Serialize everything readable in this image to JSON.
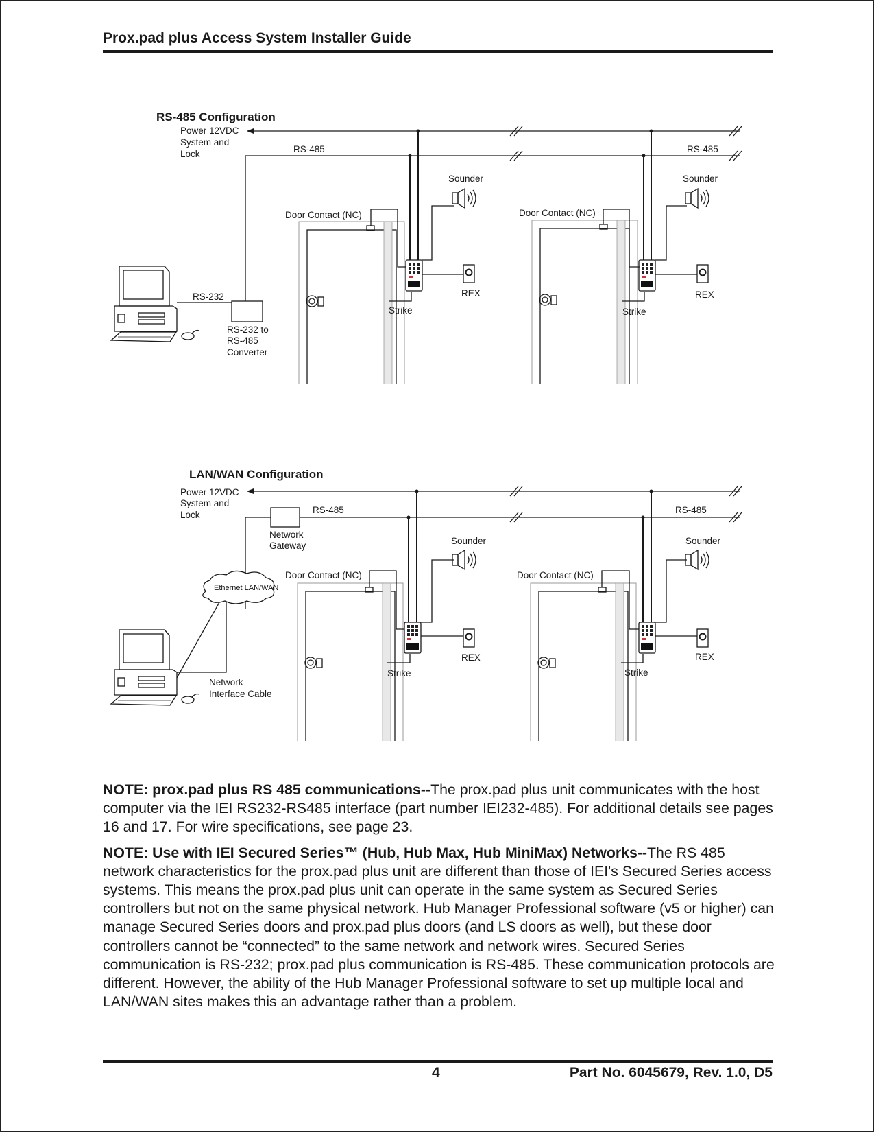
{
  "header": {
    "title": "Prox.pad plus Access System Installer Guide"
  },
  "diagram_rs485": {
    "title": "RS-485 Configuration",
    "power_label": [
      "Power 12VDC",
      "System and",
      "Lock"
    ],
    "bus_label": "RS-485",
    "bus_label_right": "RS-485",
    "rs232_label": "RS-232",
    "converter_label": [
      "RS-232 to",
      "RS-485",
      "Converter"
    ],
    "door1": {
      "contact": "Door Contact (NC)",
      "sounder": "Sounder",
      "rex": "REX",
      "strike": "Strike"
    },
    "door2": {
      "contact": "Door Contact (NC)",
      "sounder": "Sounder",
      "rex": "REX",
      "strike": "Strike"
    }
  },
  "diagram_lanwan": {
    "title": "LAN/WAN Configuration",
    "power_label": [
      "Power 12VDC",
      "System and",
      "Lock"
    ],
    "bus_label": "RS-485",
    "bus_label_right": "RS-485",
    "gateway_label": [
      "Network",
      "Gateway"
    ],
    "cloud_label": "Ethernet LAN/WAN",
    "cable_label": [
      "Network",
      "Interface Cable"
    ],
    "door1": {
      "contact": "Door Contact (NC)",
      "sounder": "Sounder",
      "rex": "REX",
      "strike": "Strike"
    },
    "door2": {
      "contact": "Door Contact (NC)",
      "sounder": "Sounder",
      "rex": "REX",
      "strike": "Strike"
    }
  },
  "notes": {
    "note1_bold": "NOTE: prox.pad plus RS 485 communications--",
    "note1_text": "The prox.pad plus unit communicates with the host computer via the IEI RS232-RS485 interface (part number IEI232-485). For additional details see pages 16 and 17. For wire specifications, see page 23.",
    "note2_bold": "NOTE: Use with IEI Secured Series™ (Hub, Hub Max, Hub MiniMax) Networks--",
    "note2_text": "The RS 485 network characteristics for the prox.pad plus unit are different than those of IEI's Secured Series access systems. This means the prox.pad plus unit can operate in the same system as Secured Series controllers but not on the same physical network. Hub Manager Professional software (v5 or higher) can manage Secured Series doors and prox.pad plus doors (and LS doors as well), but these door controllers cannot be “connected” to the same network and network wires. Secured Series communication is RS-232; prox.pad plus communication is RS-485. These communication protocols are different. However, the ability of the Hub Manager Professional software to set up multiple local and LAN/WAN sites makes this an advantage rather than a problem."
  },
  "footer": {
    "page_number": "4",
    "part_number": "Part No. 6045679, Rev. 1.0, D5"
  }
}
